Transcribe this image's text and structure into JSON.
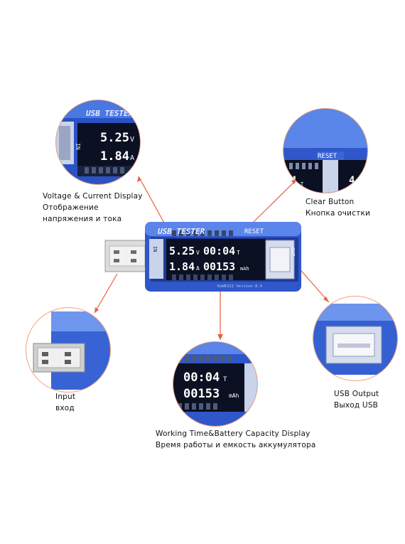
{
  "device": {
    "brand_text": "USB TESTER",
    "reset_text": "RESET",
    "in_text": "IN",
    "out_text": "OUT",
    "voltage": "5.25",
    "voltage_unit": "V",
    "current": "1.84",
    "current_unit": "A",
    "time": "00:04",
    "time_unit": "T",
    "capacity": "00153",
    "capacity_unit": "mAh",
    "version_text": "KeWEISI  Version 8.4"
  },
  "callouts": {
    "voltage_current": {
      "en": "Voltage & Current Display",
      "ru1": "Отображение",
      "ru2": "напряжения и тока"
    },
    "clear_button": {
      "en": "Clear Button",
      "ru": "Кнопка очистки"
    },
    "input": {
      "en": "Input",
      "ru": "вход"
    },
    "usb_output": {
      "en": "USB Output",
      "ru": "Выход USB"
    },
    "working_time": {
      "en": "Working Time&Battery Capacity Display",
      "ru": "Время работы и емкость аккумулятора"
    }
  },
  "colors": {
    "accent_line": "#e8603c",
    "circle_border": "#f3a079",
    "body_blue": "#2f57c9",
    "lcd_bg": "#0b1022",
    "lcd_text": "#ffffff"
  }
}
